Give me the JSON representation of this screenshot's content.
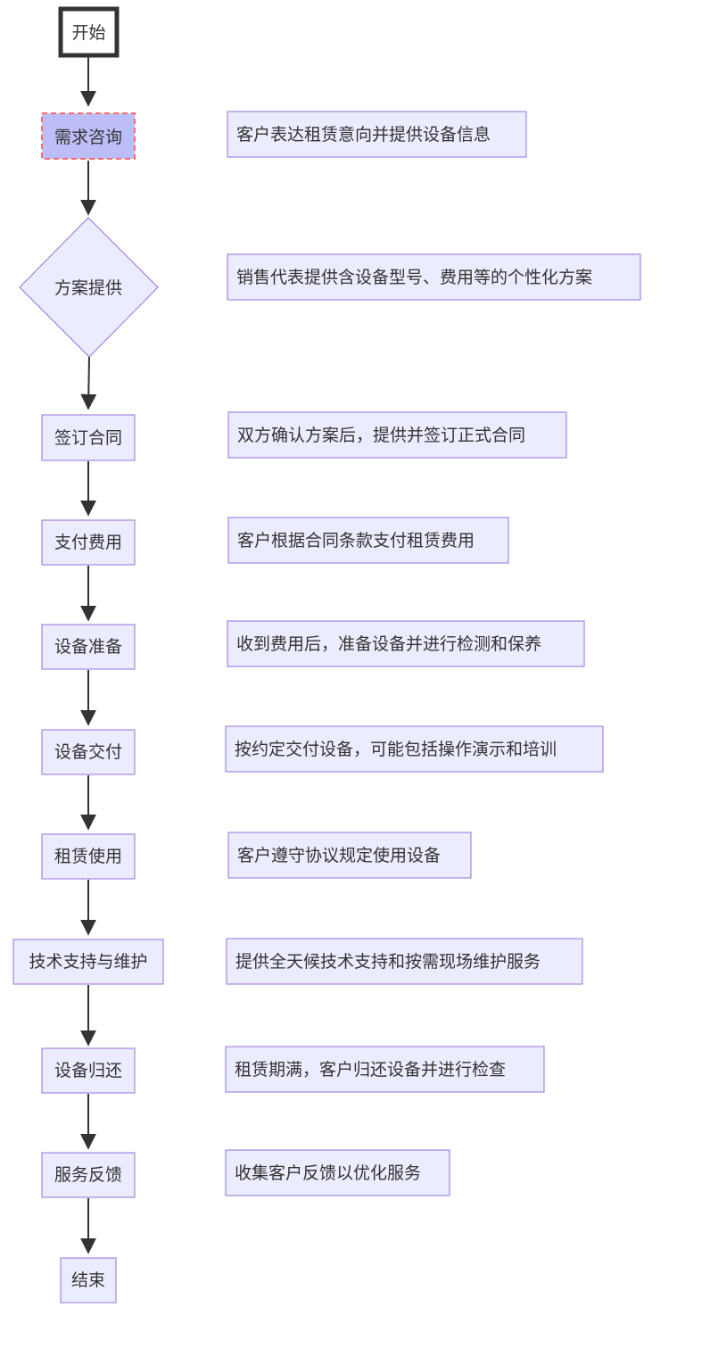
{
  "nodes": {
    "start": "开始",
    "consult": "需求咨询",
    "plan": "方案提供",
    "contract": "签订合同",
    "payment": "支付费用",
    "prepare": "设备准备",
    "deliver": "设备交付",
    "use": "租赁使用",
    "support": "技术支持与维护",
    "return": "设备归还",
    "feedback": "服务反馈",
    "end": "结束"
  },
  "notes": {
    "consult": "客户表达租赁意向并提供设备信息",
    "plan": "销售代表提供含设备型号、费用等的个性化方案",
    "contract": "双方确认方案后，提供并签订正式合同",
    "payment": "客户根据合同条款支付租赁费用",
    "prepare": "收到费用后，准备设备并进行检测和保养",
    "deliver": "按约定交付设备，可能包括操作演示和培训",
    "use": "客户遵守协议规定使用设备",
    "support": "提供全天候技术支持和按需现场维护服务",
    "return": "租赁期满，客户归还设备并进行检查",
    "feedback": "收集客户反馈以优化服务"
  },
  "colors": {
    "node_fill": "#ececff",
    "node_stroke": "#9370db",
    "edge": "#333333",
    "start_stroke": "#333333",
    "highlight_fill": "#bdbdf7",
    "highlight_stroke": "#ff6b6b"
  }
}
